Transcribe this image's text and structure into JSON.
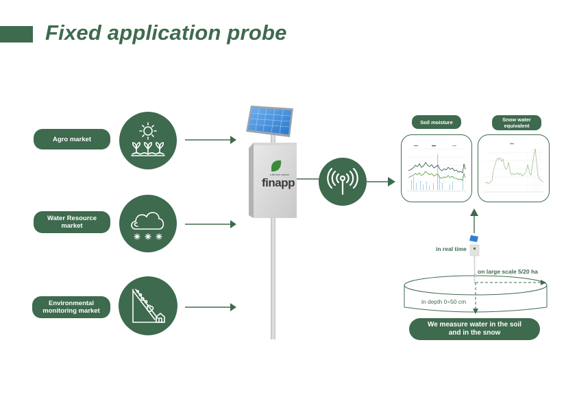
{
  "header": {
    "title": "Fixed application probe"
  },
  "markets": [
    {
      "label_line1": "Agro market",
      "label_line2": "",
      "icon": "sun-plants-icon"
    },
    {
      "label_line1": "Water Resource",
      "label_line2": "market",
      "icon": "cloud-snow-icon"
    },
    {
      "label_line1": "Environmental",
      "label_line2": "monitoring market",
      "icon": "landslide-icon"
    }
  ],
  "probe": {
    "brand": "finapp",
    "tagline": "a life from science",
    "icon": "antenna-signal-icon"
  },
  "charts": [
    {
      "label": "Soil moisture"
    },
    {
      "label_line1": "Snow water",
      "label_line2": "equivalent"
    }
  ],
  "measurement": {
    "realtime_label": "in real time",
    "scale_label": "on large scale 5/20 ha",
    "depth_label": "in depth 0÷50 cm",
    "summary_line1": "We measure water in the soil",
    "summary_line2": "and in the snow"
  },
  "colors": {
    "brand_green": "#3e6a4e",
    "solar_blue": "#2f7fd0"
  }
}
